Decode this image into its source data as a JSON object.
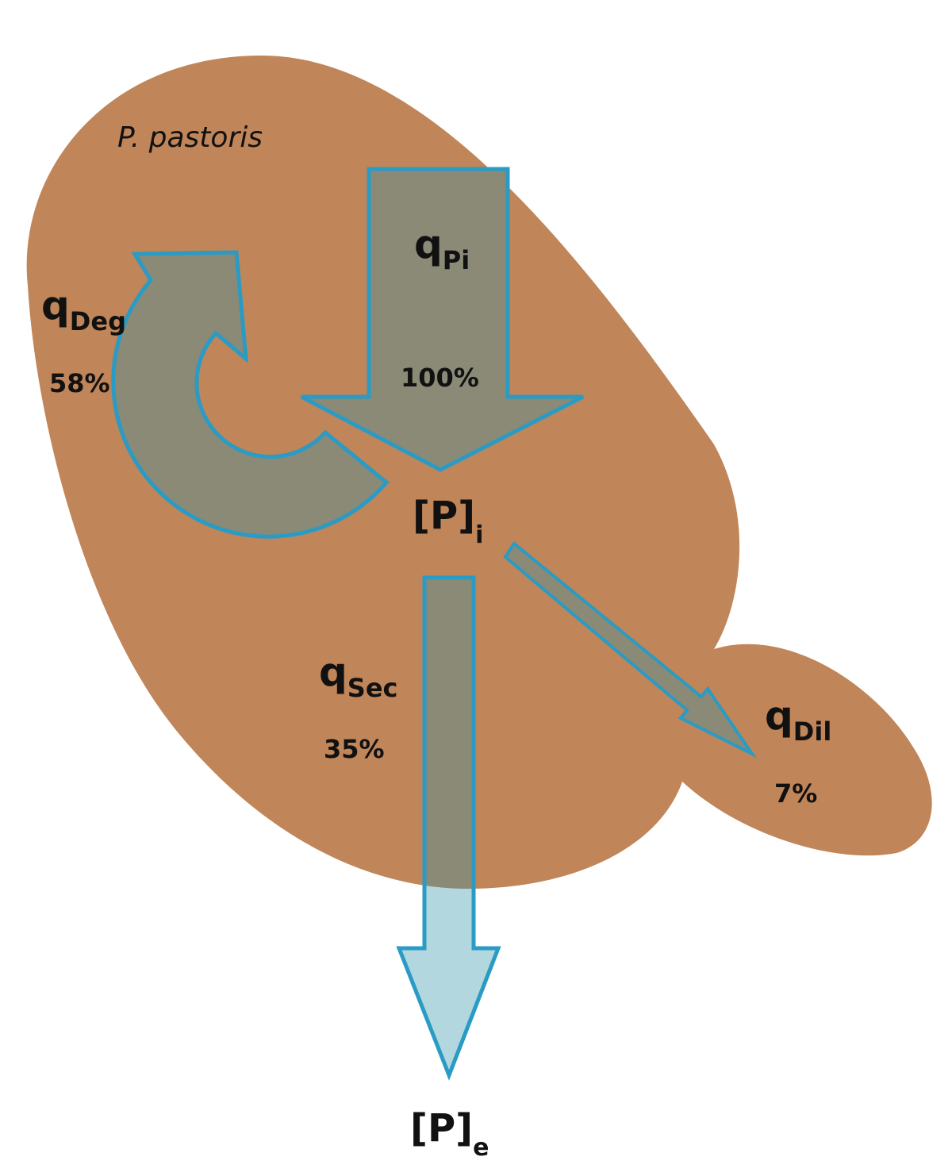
{
  "organism": "P. pastoris",
  "fluxes": {
    "production": {
      "q": "q",
      "sub": "Pi",
      "percent": "100%",
      "value": 100
    },
    "degradation": {
      "q": "q",
      "sub": "Deg",
      "percent": "58%",
      "value": 58
    },
    "secretion": {
      "q": "q",
      "sub": "Sec",
      "percent": "35%",
      "value": 35
    },
    "dilution": {
      "q": "q",
      "sub": "Dil",
      "percent": "7%",
      "value": 7
    }
  },
  "pools": {
    "intracellular": {
      "main": "[P]",
      "sub": "i"
    },
    "extracellular": {
      "main": "[P]",
      "sub": "e"
    }
  },
  "colors": {
    "cell": "#c08558",
    "arrow_fill_inside": "#8a8a76",
    "arrow_fill_outside": "#b3d7df",
    "arrow_outline": "#2a9bc4"
  }
}
